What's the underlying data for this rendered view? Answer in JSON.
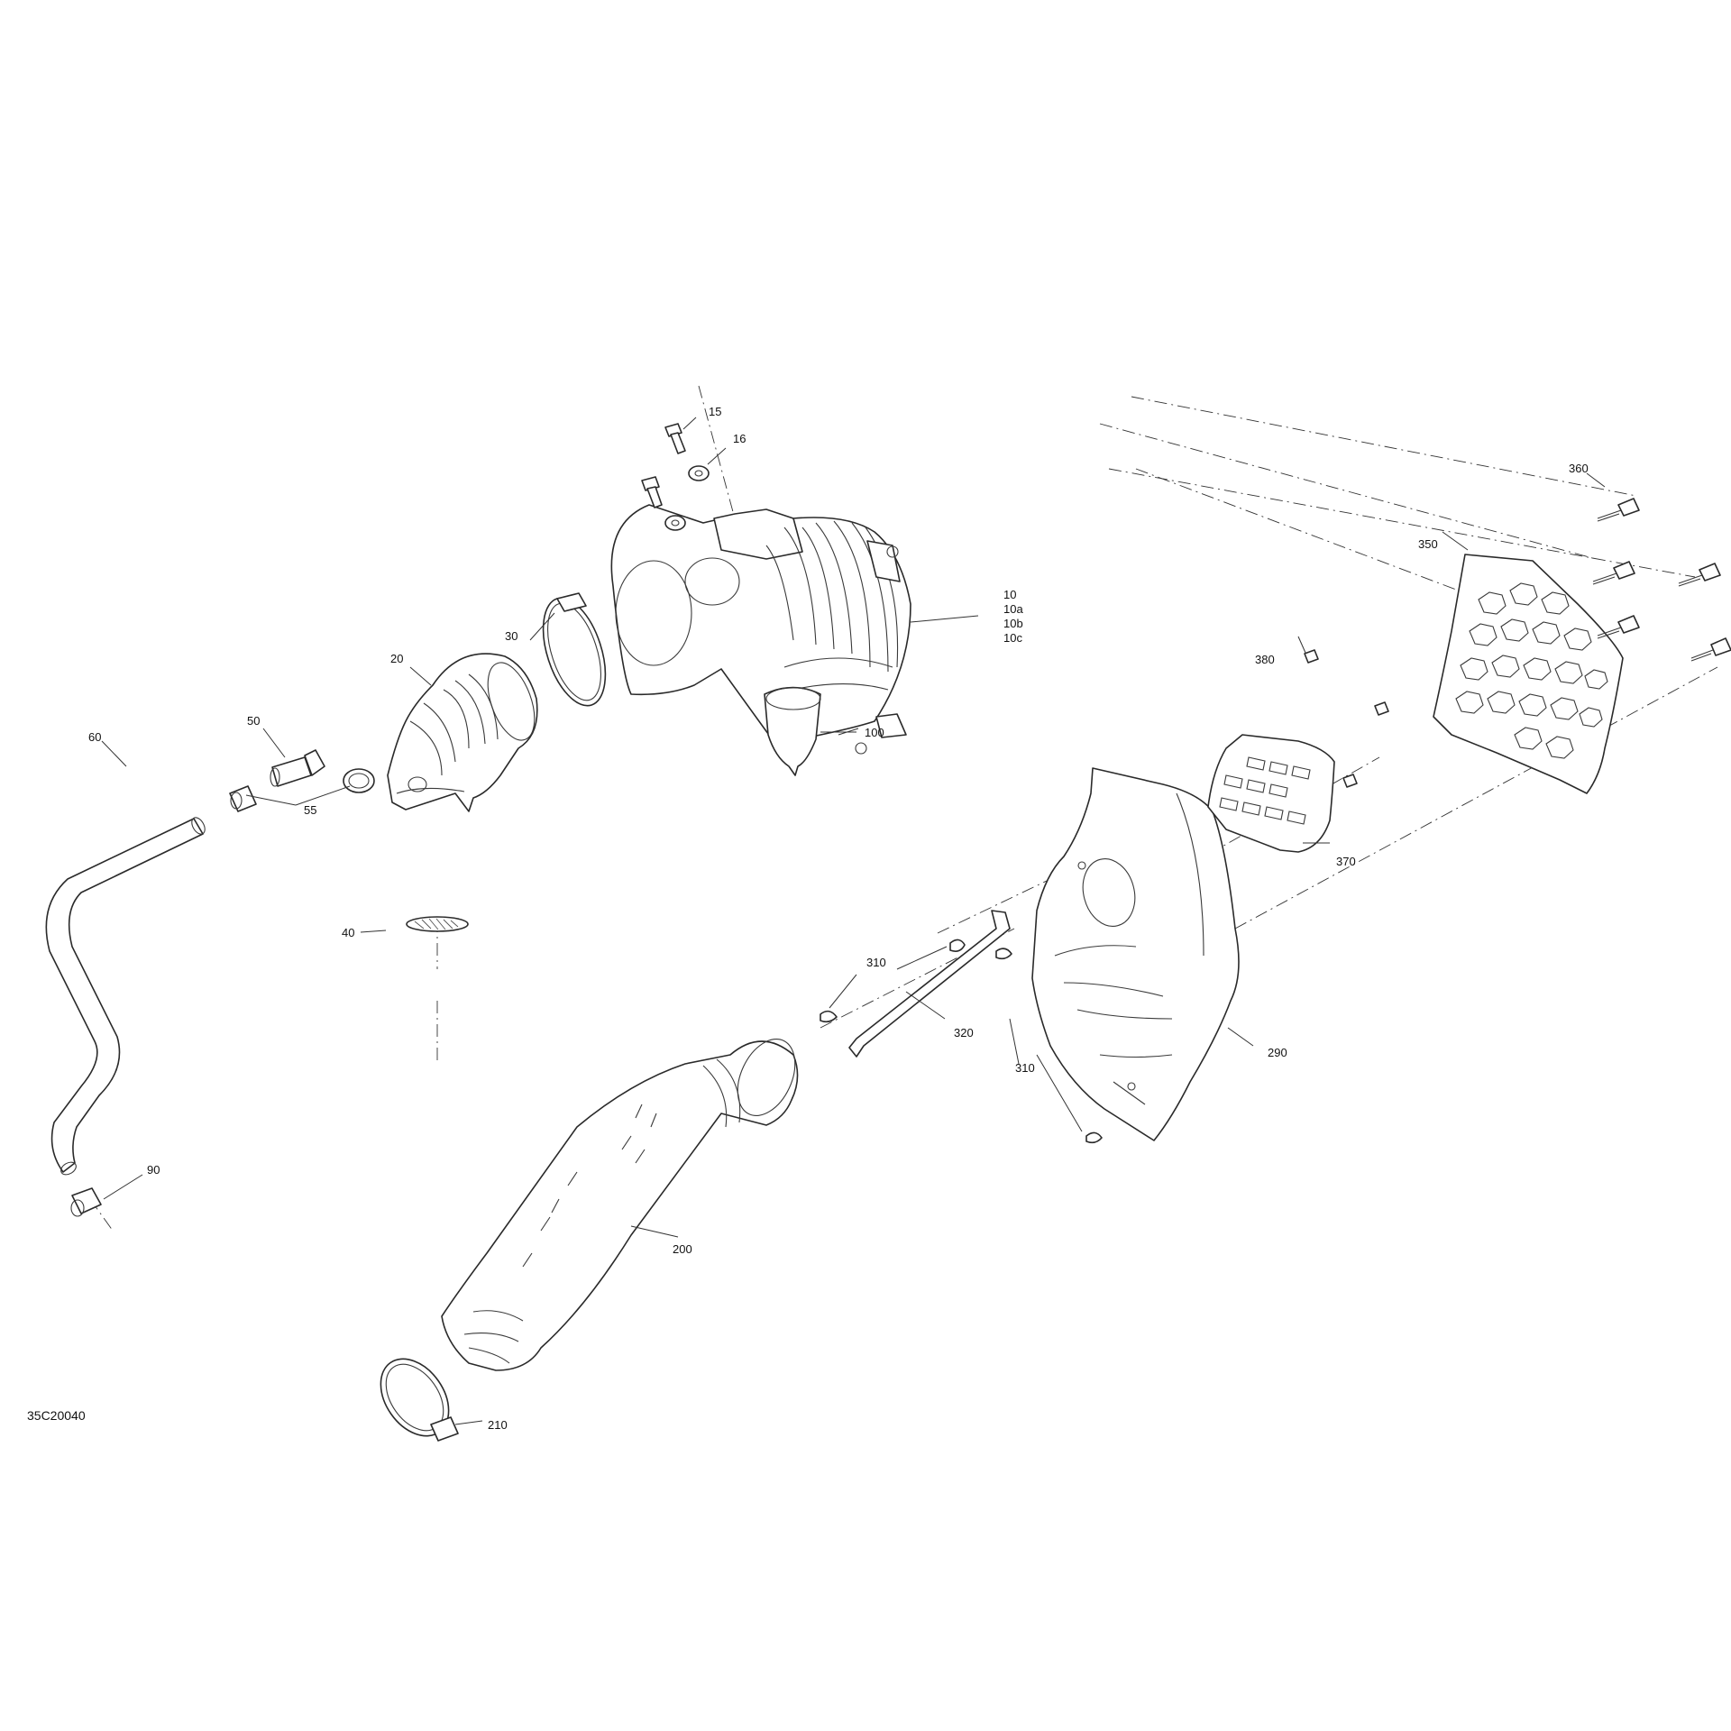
{
  "drawing": {
    "reference_code": "35C20040",
    "callouts": {
      "c10": "10",
      "c10a": "10a",
      "c10b": "10b",
      "c10c": "10c",
      "c15": "15",
      "c16": "16",
      "c20": "20",
      "c30": "30",
      "c40": "40",
      "c50": "50",
      "c55": "55",
      "c60": "60",
      "c90": "90",
      "c100": "100",
      "c200": "200",
      "c210": "210",
      "c290": "290",
      "c310a": "310",
      "c310b": "310",
      "c320": "320",
      "c350": "350",
      "c360": "360",
      "c370": "370",
      "c380": "380"
    }
  }
}
